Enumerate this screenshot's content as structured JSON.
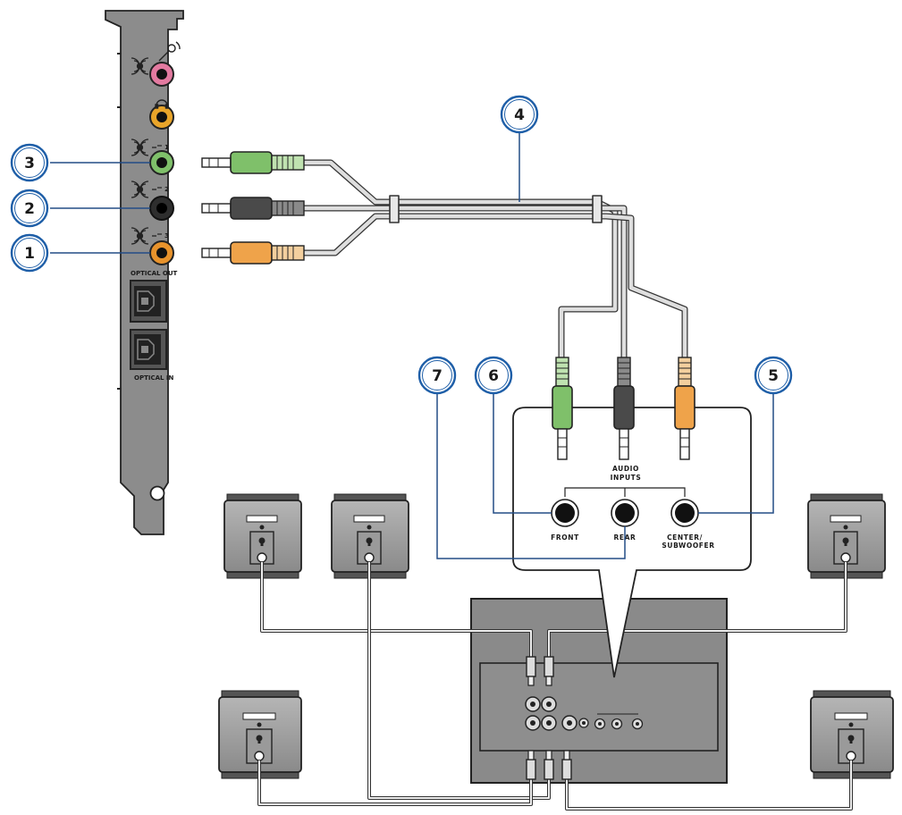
{
  "callouts": [
    "1",
    "2",
    "3",
    "4",
    "5",
    "6",
    "7"
  ],
  "card": {
    "optical_out": "OPTICAL OUT",
    "optical_in": "OPTICAL IN",
    "jack_numbers": [
      "1",
      "2",
      "3"
    ]
  },
  "audio_inputs": {
    "heading_line1": "AUDIO",
    "heading_line2": "INPUTS",
    "front": "FRONT",
    "rear": "REAR",
    "center_line1": "CENTER/",
    "center_line2": "SUBWOOFER"
  },
  "colors": {
    "green": "#7fc06a",
    "black": "#2e2e2e",
    "orange": "#e8932c",
    "pink": "#e37aa0",
    "callout_stroke": "#1f5fa8",
    "callout_line": "#234d86",
    "bracket_gray": "#8c8c8c",
    "sub_gray": "#8a8a8a"
  },
  "icons": [
    "speaker-icon",
    "microphone-icon",
    "headphone-icon",
    "optical-port-icon",
    "audio-plug-icon",
    "rca-plug-icon"
  ]
}
